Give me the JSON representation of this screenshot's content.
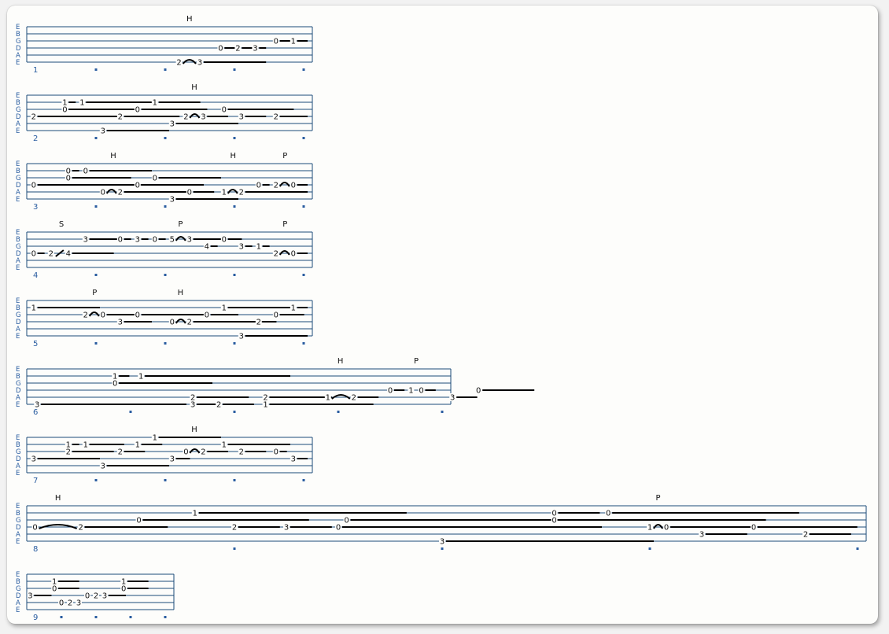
{
  "tab": {
    "string_letters": [
      "E",
      "B",
      "G",
      "D",
      "A",
      "E"
    ],
    "beats_per_measure": 4,
    "measures": [
      {
        "number": "1",
        "beats": 4,
        "notes": [
          {
            "s": 5,
            "t": 2.2,
            "f": "2",
            "sus": 0,
            "link": "arc"
          },
          {
            "s": 5,
            "t": 2.5,
            "f": "3",
            "sus": 0.9
          },
          {
            "s": 3,
            "t": 2.8,
            "f": "0",
            "sus": 0.2
          },
          {
            "s": 3,
            "t": 3.05,
            "f": "2",
            "sus": 0.2
          },
          {
            "s": 3,
            "t": 3.3,
            "f": "3",
            "sus": 0.1
          },
          {
            "s": 2,
            "t": 3.6,
            "f": "0",
            "sus": 0.15
          },
          {
            "s": 2,
            "t": 3.85,
            "f": "1",
            "sus": 0.15
          }
        ],
        "techniques": [
          {
            "t": 2.35,
            "label": "H"
          }
        ]
      },
      {
        "number": "2",
        "beats": 4,
        "notes": [
          {
            "s": 1,
            "t": 0.55,
            "f": "1",
            "sus": 0.1
          },
          {
            "s": 1,
            "t": 0.8,
            "f": "1",
            "sus": 0.95
          },
          {
            "s": 2,
            "t": 0.55,
            "f": "0",
            "sus": 0.95
          },
          {
            "s": 3,
            "t": 0.1,
            "f": "2",
            "sus": 1.2
          },
          {
            "s": 5,
            "t": 1.1,
            "f": "3",
            "sus": 0.9
          },
          {
            "s": 3,
            "t": 1.35,
            "f": "2",
            "sus": 0.8
          },
          {
            "s": 2,
            "t": 1.6,
            "f": "0",
            "sus": 0.95
          },
          {
            "s": 1,
            "t": 1.85,
            "f": "1",
            "sus": 0.6
          },
          {
            "s": 4,
            "t": 2.1,
            "f": "3",
            "sus": 0.9
          },
          {
            "s": 3,
            "t": 2.3,
            "f": "2",
            "sus": 0,
            "link": "arc"
          },
          {
            "s": 3,
            "t": 2.55,
            "f": "3",
            "sus": 0.3
          },
          {
            "s": 2,
            "t": 2.85,
            "f": "0",
            "sus": 0.95
          },
          {
            "s": 3,
            "t": 3.1,
            "f": "3",
            "sus": 0.3
          },
          {
            "s": 3,
            "t": 3.6,
            "f": "2",
            "sus": 0.4
          }
        ],
        "techniques": [
          {
            "t": 2.42,
            "label": "H"
          }
        ]
      },
      {
        "number": "3",
        "beats": 4,
        "notes": [
          {
            "s": 3,
            "t": 0.1,
            "f": "0",
            "sus": 1.5
          },
          {
            "s": 1,
            "t": 0.6,
            "f": "0",
            "sus": 0.1
          },
          {
            "s": 1,
            "t": 0.85,
            "f": "0",
            "sus": 0.9
          },
          {
            "s": 2,
            "t": 0.6,
            "f": "0",
            "sus": 0.85
          },
          {
            "s": 4,
            "t": 1.1,
            "f": "0",
            "sus": 0,
            "link": "arc"
          },
          {
            "s": 4,
            "t": 1.35,
            "f": "2",
            "sus": 0.9
          },
          {
            "s": 3,
            "t": 1.6,
            "f": "0",
            "sus": 0.9
          },
          {
            "s": 2,
            "t": 1.85,
            "f": "0",
            "sus": 0.9
          },
          {
            "s": 5,
            "t": 2.1,
            "f": "3",
            "sus": 0.9
          },
          {
            "s": 4,
            "t": 2.35,
            "f": "0",
            "sus": 0.3
          },
          {
            "s": 4,
            "t": 2.85,
            "f": "1",
            "sus": 0,
            "link": "arc"
          },
          {
            "s": 4,
            "t": 3.1,
            "f": "2",
            "sus": 0.9
          },
          {
            "s": 3,
            "t": 3.35,
            "f": "0",
            "sus": 0.1
          },
          {
            "s": 3,
            "t": 3.6,
            "f": "2",
            "sus": 0,
            "link": "arc"
          },
          {
            "s": 3,
            "t": 3.85,
            "f": "0",
            "sus": 0.15
          }
        ],
        "techniques": [
          {
            "t": 1.25,
            "label": "H"
          },
          {
            "t": 2.98,
            "label": "H"
          },
          {
            "t": 3.73,
            "label": "P"
          }
        ]
      },
      {
        "number": "4",
        "beats": 4,
        "notes": [
          {
            "s": 3,
            "t": 0.1,
            "f": "0",
            "sus": 0.1
          },
          {
            "s": 3,
            "t": 0.35,
            "f": "2",
            "sus": 0,
            "link": "slide"
          },
          {
            "s": 3,
            "t": 0.6,
            "f": "4",
            "sus": 0.6
          },
          {
            "s": 1,
            "t": 0.85,
            "f": "3",
            "sus": 0.4
          },
          {
            "s": 1,
            "t": 1.35,
            "f": "0",
            "sus": 0.1
          },
          {
            "s": 1,
            "t": 1.6,
            "f": "3",
            "sus": 0.1
          },
          {
            "s": 1,
            "t": 1.85,
            "f": "0",
            "sus": 0.1
          },
          {
            "s": 1,
            "t": 2.1,
            "f": "5",
            "sus": 0,
            "link": "arc"
          },
          {
            "s": 1,
            "t": 2.35,
            "f": "3",
            "sus": 0.4
          },
          {
            "s": 2,
            "t": 2.6,
            "f": "4",
            "sus": 0.1
          },
          {
            "s": 1,
            "t": 2.85,
            "f": "0",
            "sus": 0.2
          },
          {
            "s": 2,
            "t": 3.1,
            "f": "3",
            "sus": 0.1
          },
          {
            "s": 2,
            "t": 3.35,
            "f": "1",
            "sus": 0.1
          },
          {
            "s": 3,
            "t": 3.6,
            "f": "2",
            "sus": 0,
            "link": "arc"
          },
          {
            "s": 3,
            "t": 3.85,
            "f": "0",
            "sus": 0.15
          }
        ],
        "techniques": [
          {
            "t": 0.5,
            "label": "S"
          },
          {
            "t": 2.22,
            "label": "P"
          },
          {
            "t": 3.73,
            "label": "P"
          }
        ]
      },
      {
        "number": "5",
        "beats": 4,
        "notes": [
          {
            "s": 1,
            "t": 0.1,
            "f": "1",
            "sus": 0.9
          },
          {
            "s": 2,
            "t": 0.85,
            "f": "2",
            "sus": 0,
            "link": "arc"
          },
          {
            "s": 2,
            "t": 1.1,
            "f": "0",
            "sus": 0.4
          },
          {
            "s": 3,
            "t": 1.35,
            "f": "3",
            "sus": 0.4
          },
          {
            "s": 2,
            "t": 1.6,
            "f": "0",
            "sus": 0.9
          },
          {
            "s": 3,
            "t": 2.1,
            "f": "0",
            "sus": 0,
            "link": "arc"
          },
          {
            "s": 3,
            "t": 2.35,
            "f": "2",
            "sus": 1.0
          },
          {
            "s": 2,
            "t": 2.6,
            "f": "0",
            "sus": 0.4
          },
          {
            "s": 1,
            "t": 2.85,
            "f": "1",
            "sus": 0.9
          },
          {
            "s": 5,
            "t": 3.1,
            "f": "3",
            "sus": 0.9
          },
          {
            "s": 3,
            "t": 3.35,
            "f": "2",
            "sus": 0.2
          },
          {
            "s": 2,
            "t": 3.6,
            "f": "0",
            "sus": 0.35
          },
          {
            "s": 1,
            "t": 3.85,
            "f": "1",
            "sus": 0.15
          }
        ],
        "techniques": [
          {
            "t": 0.98,
            "label": "P"
          },
          {
            "t": 2.22,
            "label": "H"
          }
        ]
      },
      {
        "number": "6",
        "beats": 4,
        "notes": [
          {
            "s": 5,
            "t": 0.1,
            "f": "3",
            "sus": 1.4
          },
          {
            "s": 1,
            "t": 0.85,
            "f": "1",
            "sus": 0.1
          },
          {
            "s": 1,
            "t": 1.1,
            "f": "1",
            "sus": 1.4
          },
          {
            "s": 2,
            "t": 0.85,
            "f": "0",
            "sus": 0.9
          },
          {
            "s": 4,
            "t": 1.6,
            "f": "2",
            "sus": 0.5
          },
          {
            "s": 5,
            "t": 1.6,
            "f": "3",
            "sus": 0.2
          },
          {
            "s": 5,
            "t": 1.85,
            "f": "2",
            "sus": 0.3
          },
          {
            "s": 4,
            "t": 2.3,
            "f": "2",
            "sus": 0.6
          },
          {
            "s": 5,
            "t": 2.3,
            "f": "1",
            "sus": 1.0
          },
          {
            "s": 4,
            "t": 2.9,
            "f": "1",
            "sus": 0,
            "link": "arc"
          },
          {
            "s": 4,
            "t": 3.15,
            "f": "2",
            "sus": 0.2
          },
          {
            "s": 3,
            "t": 3.5,
            "f": "0",
            "sus": 0.1
          },
          {
            "s": 3,
            "t": 3.7,
            "f": "1",
            "sus": 0
          },
          {
            "s": 3,
            "t": 3.8,
            "f": "0",
            "sus": 0.1
          },
          {
            "s": 4,
            "t": 4.1,
            "f": "3",
            "sus": 0.2
          },
          {
            "s": 3,
            "t": 4.35,
            "f": "0",
            "sus": 0.5
          }
        ],
        "techniques": [
          {
            "t": 3.02,
            "label": "H"
          },
          {
            "t": 3.75,
            "label": "P"
          }
        ]
      },
      {
        "number": "7",
        "beats": 4,
        "notes": [
          {
            "s": 3,
            "t": 0.1,
            "f": "3",
            "sus": 0.9
          },
          {
            "s": 1,
            "t": 0.6,
            "f": "1",
            "sus": 0.1
          },
          {
            "s": 1,
            "t": 0.85,
            "f": "1",
            "sus": 0.5
          },
          {
            "s": 2,
            "t": 0.6,
            "f": "2",
            "sus": 0.6
          },
          {
            "s": 4,
            "t": 1.1,
            "f": "3",
            "sus": 0.9
          },
          {
            "s": 2,
            "t": 1.35,
            "f": "2",
            "sus": 0.3
          },
          {
            "s": 1,
            "t": 1.6,
            "f": "1",
            "sus": 0.3
          },
          {
            "s": 0,
            "t": 1.85,
            "f": "1",
            "sus": 0.9
          },
          {
            "s": 3,
            "t": 2.1,
            "f": "3",
            "sus": 0.2
          },
          {
            "s": 2,
            "t": 2.3,
            "f": "0",
            "sus": 0,
            "link": "arc"
          },
          {
            "s": 2,
            "t": 2.55,
            "f": "2",
            "sus": 0.3
          },
          {
            "s": 1,
            "t": 2.85,
            "f": "1",
            "sus": 0.9
          },
          {
            "s": 2,
            "t": 3.1,
            "f": "2",
            "sus": 0.3
          },
          {
            "s": 2,
            "t": 3.6,
            "f": "0",
            "sus": 0.1
          },
          {
            "s": 3,
            "t": 3.85,
            "f": "3",
            "sus": 0.15
          }
        ],
        "techniques": [
          {
            "t": 2.42,
            "label": "H"
          }
        ]
      },
      {
        "number": "8",
        "beats": 4,
        "notes": [
          {
            "s": 3,
            "t": 0.04,
            "f": "0",
            "sus": 0,
            "link": "arc"
          },
          {
            "s": 3,
            "t": 0.26,
            "f": "2",
            "sus": 0.4
          },
          {
            "s": 2,
            "t": 0.54,
            "f": "0",
            "sus": 0.8
          },
          {
            "s": 1,
            "t": 0.81,
            "f": "1",
            "sus": 1.0
          },
          {
            "s": 3,
            "t": 1.0,
            "f": "2",
            "sus": 0.2
          },
          {
            "s": 3,
            "t": 1.25,
            "f": "3",
            "sus": 0.2
          },
          {
            "s": 2,
            "t": 1.54,
            "f": "0",
            "sus": 1.0
          },
          {
            "s": 3,
            "t": 1.5,
            "f": "0",
            "sus": 1.25
          },
          {
            "s": 5,
            "t": 2.0,
            "f": "3",
            "sus": 1.0
          },
          {
            "s": 1,
            "t": 2.54,
            "f": "0",
            "sus": 0.2
          },
          {
            "s": 2,
            "t": 2.54,
            "f": "0",
            "sus": 1.0
          },
          {
            "s": 1,
            "t": 2.8,
            "f": "0",
            "sus": 0.9
          },
          {
            "s": 3,
            "t": 3.0,
            "f": "1",
            "sus": 0,
            "link": "arc"
          },
          {
            "s": 3,
            "t": 3.08,
            "f": "0",
            "sus": 0.4
          },
          {
            "s": 4,
            "t": 3.25,
            "f": "3",
            "sus": 0.2
          },
          {
            "s": 3,
            "t": 3.5,
            "f": "0",
            "sus": 0.48
          },
          {
            "s": 4,
            "t": 3.75,
            "f": "2",
            "sus": 0.2
          }
        ],
        "techniques": [
          {
            "t": 0.15,
            "label": "H"
          },
          {
            "t": 3.04,
            "label": "P"
          }
        ]
      },
      {
        "number": "9",
        "beats": 4,
        "notes": [
          {
            "s": 3,
            "t": 0.1,
            "f": "3",
            "sus": 0.5
          },
          {
            "s": 1,
            "t": 0.8,
            "f": "1",
            "sus": 0.6
          },
          {
            "s": 2,
            "t": 0.8,
            "f": "0",
            "sus": 0.6
          },
          {
            "s": 4,
            "t": 1.0,
            "f": "0",
            "sus": 0
          },
          {
            "s": 4,
            "t": 1.25,
            "f": "2",
            "sus": 0
          },
          {
            "s": 4,
            "t": 1.5,
            "f": "3",
            "sus": 0
          },
          {
            "s": 3,
            "t": 1.75,
            "f": "0",
            "sus": 0
          },
          {
            "s": 3,
            "t": 2.0,
            "f": "2",
            "sus": 0
          },
          {
            "s": 3,
            "t": 2.25,
            "f": "3",
            "sus": 0.5
          },
          {
            "s": 1,
            "t": 2.8,
            "f": "1",
            "sus": 0.6
          },
          {
            "s": 2,
            "t": 2.8,
            "f": "0",
            "sus": 0.6
          }
        ],
        "techniques": []
      }
    ]
  }
}
